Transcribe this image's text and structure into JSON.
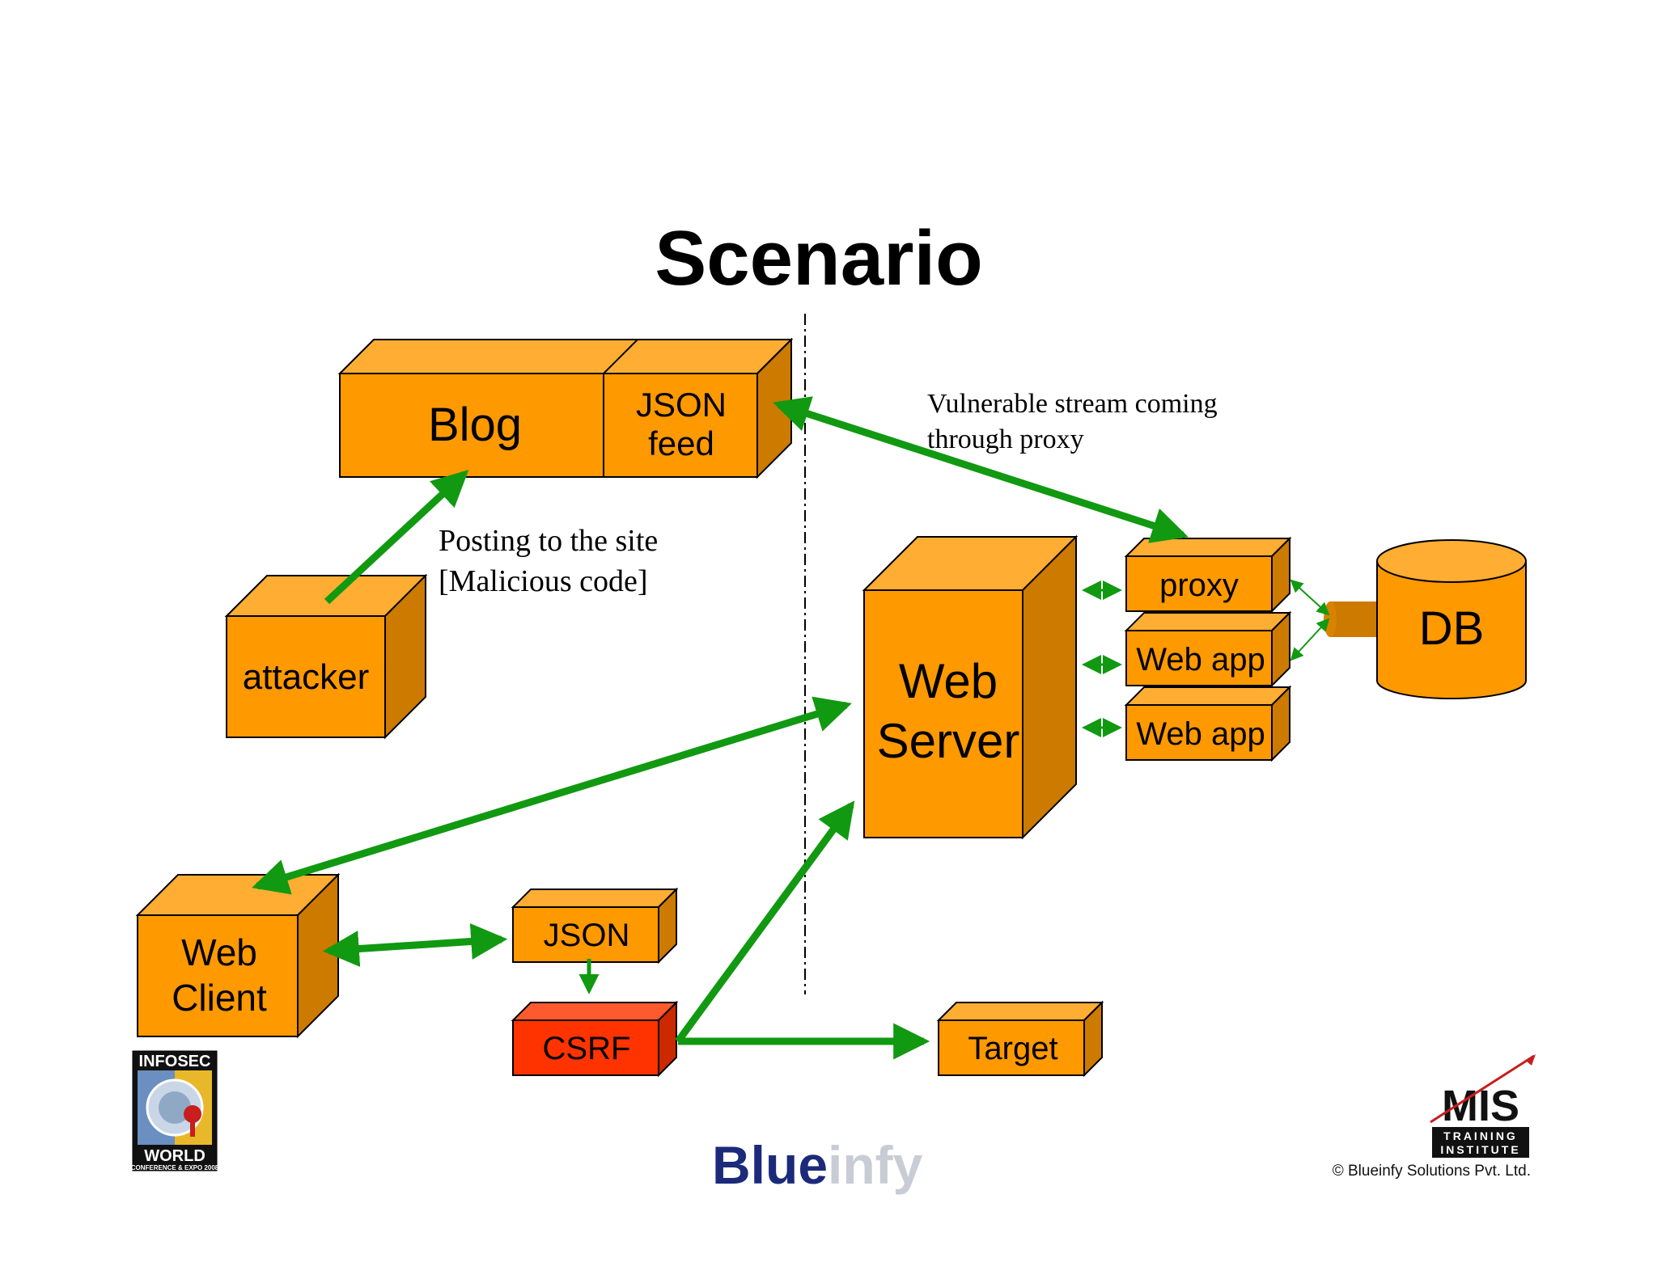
{
  "title": "Scenario",
  "colors": {
    "box_front": "#FF9900",
    "box_top": "#FFAD33",
    "box_side": "#CC7A00",
    "csrf_front": "#FF3300",
    "csrf_side": "#CC2900",
    "arrow": "#119911",
    "divider": "#000000"
  },
  "nodes": {
    "blog": "Blog",
    "json_feed_line1": "JSON",
    "json_feed_line2": "feed",
    "attacker": "attacker",
    "web_server_line1": "Web",
    "web_server_line2": "Server",
    "proxy": "proxy",
    "web_app_1": "Web app",
    "web_app_2": "Web app",
    "db": "DB",
    "web_client_line1": "Web",
    "web_client_line2": "Client",
    "json": "JSON",
    "csrf": "CSRF",
    "target": "Target"
  },
  "annotations": {
    "posting_line1": "Posting to the site",
    "posting_line2": "[Malicious code]",
    "stream_line1": "Vulnerable stream coming",
    "stream_line2": "through proxy"
  },
  "footer": {
    "infosec_logo_top": "INFOSEC",
    "infosec_logo_bottom": "WORLD",
    "infosec_logo_sub": "CONFERENCE & EXPO 2008",
    "blueinfy_logo_part1": "Blue",
    "blueinfy_logo_part2": "infy",
    "mis_logo": "MIS",
    "mis_logo_sub1": "TRAINING",
    "mis_logo_sub2": "INSTITUTE",
    "copyright": "© Blueinfy Solutions Pvt. Ltd."
  }
}
